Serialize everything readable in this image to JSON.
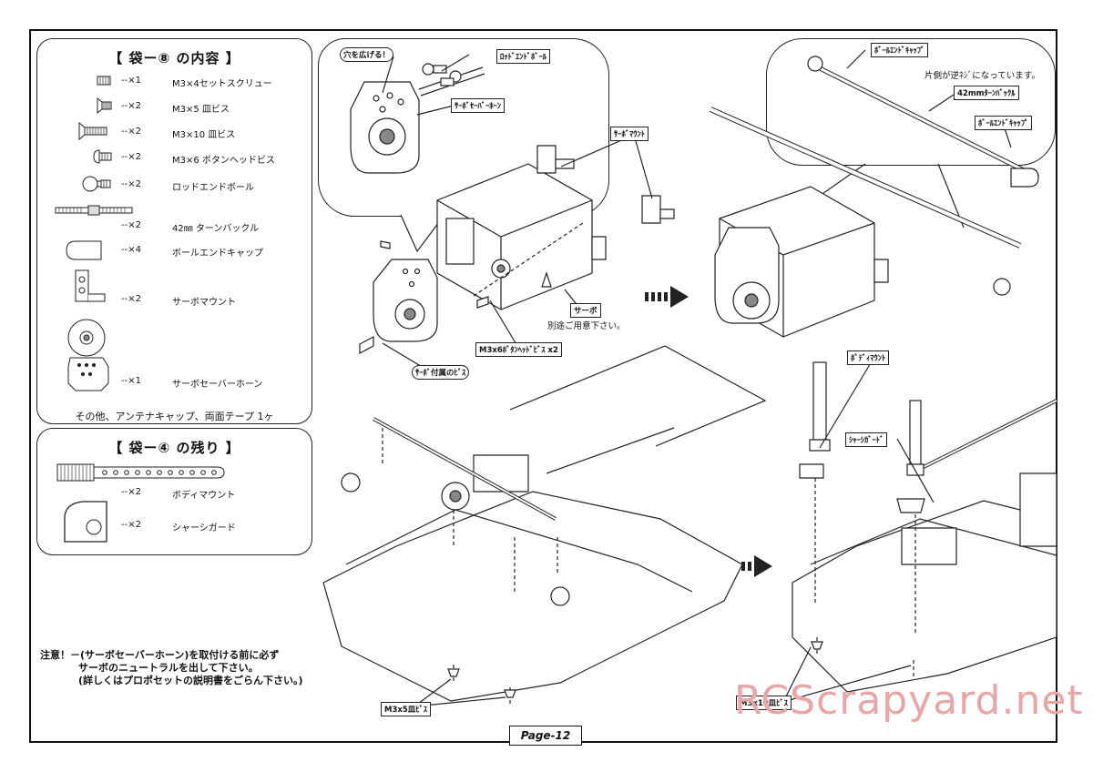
{
  "bag8": {
    "title": "【 袋ー⑧ の内容 】",
    "items": [
      {
        "qty": "--×1",
        "name": "M3×4セットスクリュー",
        "icon": "set-screw-icon"
      },
      {
        "qty": "--×2",
        "name": "M3×5 皿ビス",
        "icon": "flat-screw-icon"
      },
      {
        "qty": "--×2",
        "name": "M3×10 皿ビス",
        "icon": "flat-screw-long-icon"
      },
      {
        "qty": "--×2",
        "name": "M3×6 ボタンヘッドビス",
        "icon": "button-head-screw-icon"
      },
      {
        "qty": "--×2",
        "name": "ロッドエンドボール",
        "icon": "rod-end-ball-icon"
      },
      {
        "qty": "--×2",
        "name": "42㎜ ターンバックル",
        "icon": "turnbuckle-icon"
      },
      {
        "qty": "--×4",
        "name": "ボールエンドキャップ",
        "icon": "ball-end-cap-icon"
      },
      {
        "qty": "--×2",
        "name": "サーボマウント",
        "icon": "servo-mount-icon"
      },
      {
        "qty": "--×1",
        "name": "サーボセーバーホーン",
        "icon": "servo-saver-horn-icon"
      }
    ],
    "footer": "その他、アンテナキャップ、両面テープ 1ヶ"
  },
  "bag4": {
    "title": "【 袋ー④ の残り 】",
    "items": [
      {
        "qty": "--×2",
        "name": "ボディマウント",
        "icon": "body-mount-icon"
      },
      {
        "qty": "--×2",
        "name": "シャーシガード",
        "icon": "chassis-guard-icon"
      }
    ]
  },
  "callouts": {
    "widen_hole": "穴を広げる！",
    "rod_end_ball": "ﾛｯﾄﾞｴﾝﾄﾞﾎﾞｰﾙ",
    "servo_saver_horn": "ｻｰﾎﾞｾｰﾊﾞｰﾎｰﾝ",
    "servo_mount": "ｻｰﾎﾞﾏｳﾝﾄ",
    "servo": "サーボ",
    "servo_separate": "別途ご用意下さい。",
    "button_screw": "M3x6ﾎﾞﾀﾝﾍｯﾄﾞﾋﾞｽ x2",
    "servo_screw": "ｻｰﾎﾞ付属のﾋﾞｽ",
    "ball_end_cap_1": "ﾎﾞｰﾙｴﾝﾄﾞｷｬｯﾌﾟ",
    "reverse_thread": "片側が逆ﾈｼﾞになっています。",
    "turnbuckle_42": "42mmﾀｰﾝﾊﾞｯｸﾙ",
    "ball_end_cap_2": "ﾎﾞｰﾙｴﾝﾄﾞｷｬｯﾌﾟ",
    "body_mount": "ﾎﾞﾃﾞｨﾏｳﾝﾄ",
    "chassis_guard": "ｼｬｰｼｶﾞｰﾄﾞ",
    "flat_screw_5": "M3x5皿ﾋﾞｽ",
    "flat_screw_10": "M3x10皿ﾋﾞｽ"
  },
  "warning": {
    "line1": "注意！－(サーボセーバーホーン)を取付ける前に必ず",
    "line2": "サーボのニュートラルを出して下さい。",
    "line3": "(詳しくはプロポセットの説明書をごらん下さい。)"
  },
  "page_label": "Page-12",
  "watermark": "RCScrapyard.net"
}
